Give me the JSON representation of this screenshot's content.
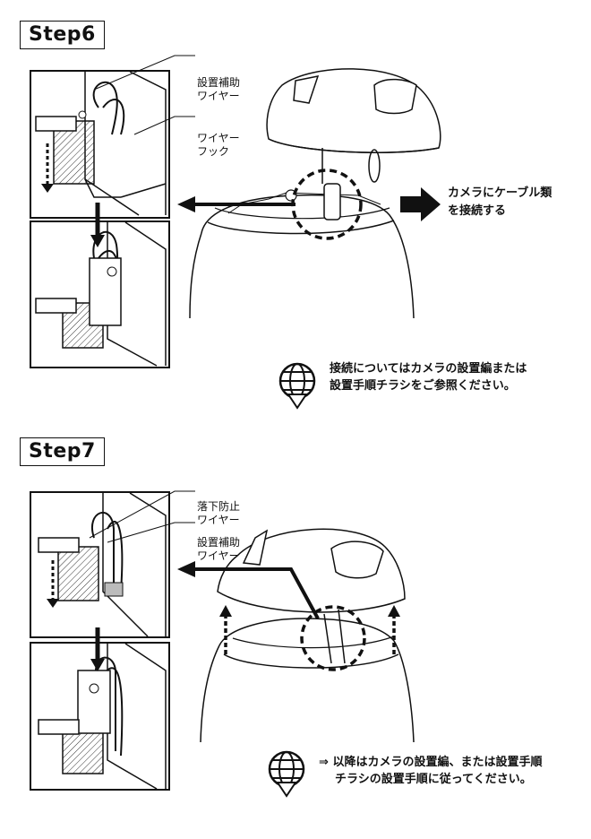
{
  "step6": {
    "title": "Step6",
    "label_support_wire": [
      "設置補助",
      "ワイヤー"
    ],
    "label_wire_hook": [
      "ワイヤー",
      "フック"
    ],
    "callout": [
      "カメラにケーブル類",
      "を接続する"
    ],
    "note": [
      "接続についてはカメラの設置編または",
      "設置手順チラシをご参照ください。"
    ]
  },
  "step7": {
    "title": "Step7",
    "label_fall_wire": [
      "落下防止",
      "ワイヤー"
    ],
    "label_support_wire": [
      "設置補助",
      "ワイヤー"
    ],
    "note_arrow": "⇒",
    "note": [
      "以降はカメラの設置編、または設置手順",
      "チラシの設置手順に従ってください。"
    ]
  },
  "icons": [
    "globe-download-icon"
  ]
}
